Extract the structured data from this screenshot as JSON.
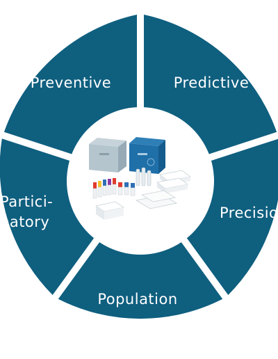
{
  "diagram": {
    "segments": [
      {
        "label_lines": [
          "Preventive"
        ]
      },
      {
        "label_lines": [
          "Predictive"
        ]
      },
      {
        "label_lines": [
          "Precision"
        ]
      },
      {
        "label_lines": [
          "Population"
        ]
      },
      {
        "label_lines": [
          "Partici-",
          "patory"
        ]
      }
    ],
    "colors": {
      "segment": "#0f5f7f",
      "separator": "#ffffff",
      "center": "#ffffff",
      "label": "#ffffff"
    },
    "center_image": {
      "icon": "product-kit-icon"
    }
  }
}
